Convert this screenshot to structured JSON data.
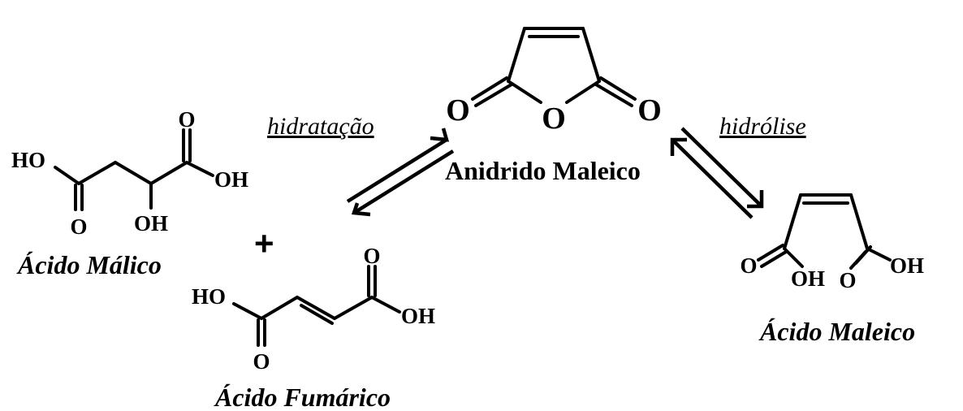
{
  "atoms": {
    "ho": "HO",
    "oh": "OH",
    "o": "O"
  },
  "names": {
    "malic": "Ácido Málico",
    "fumaric": "Ácido Fumárico",
    "anhydride": "Anidrido Maleico",
    "maleic": "Ácido Maleico"
  },
  "conditions": {
    "hydration": "hidratação",
    "hydrolysis": "hidrólise"
  },
  "operators": {
    "plus": "+"
  }
}
